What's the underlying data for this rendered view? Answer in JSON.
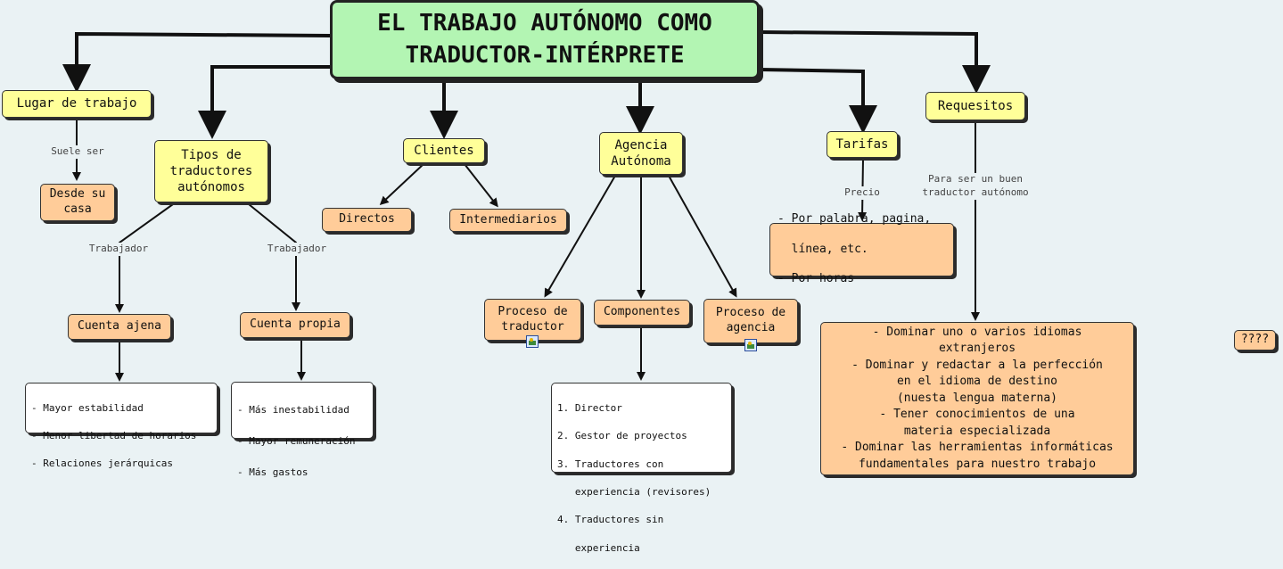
{
  "title": {
    "line1": "EL TRABAJO AUTÓNOMO COMO",
    "line2": "TRADUCTOR-INTÉRPRETE"
  },
  "nodes": {
    "lugar": "Lugar de trabajo",
    "desde_casa": "Desde su\ncasa",
    "tipos": "Tipos de\ntraductores\nautónomos",
    "cuenta_ajena": "Cuenta ajena",
    "cuenta_propia": "Cuenta propia",
    "clientes": "Clientes",
    "directos": "Directos",
    "intermediarios": "Intermediarios",
    "agencia": "Agencia\nAutónoma",
    "proceso_traductor": "Proceso de\ntraductor",
    "componentes": "Componentes",
    "proceso_agencia": "Proceso de\nagencia",
    "tarifas": "Tarifas",
    "requesitos": "Requesitos",
    "unknown": "????"
  },
  "lists": {
    "ajena": [
      "- Mayor estabilidad",
      "- Menor libertad de horarios",
      "- Relaciones jerárquicas"
    ],
    "propia": [
      "- Más inestabilidad",
      "- Mayor remuneración",
      "- Más gastos"
    ],
    "componentes": [
      "1. Director",
      "2. Gestor de proyectos",
      "3. Traductores con",
      "   experiencia (revisores)",
      "4. Traductores sin",
      "   experiencia"
    ],
    "tarifas": [
      "- Por palabra, pagina,",
      "  línea, etc.",
      "- Por horas"
    ],
    "requesitos": [
      "- Dominar uno o varios idiomas",
      "extranjeros",
      "- Dominar y redactar a la perfección",
      "en el idioma de destino",
      "(nuesta lengua materna)",
      "- Tener conocimientos de una",
      "materia especializada",
      "- Dominar las herramientas informáticas",
      "fundamentales para nuestro trabajo"
    ]
  },
  "labels": {
    "suele_ser": "Suele ser",
    "trabajador_1": "Trabajador",
    "trabajador_2": "Trabajador",
    "precio": "Precio",
    "para_ser": "Para ser un buen\ntraductor autónomo"
  },
  "colors": {
    "title_bg": "#b3f5b3",
    "yellow": "#ffff99",
    "orange": "#ffcc99",
    "white": "#ffffff",
    "background": "#eaf2f4"
  }
}
